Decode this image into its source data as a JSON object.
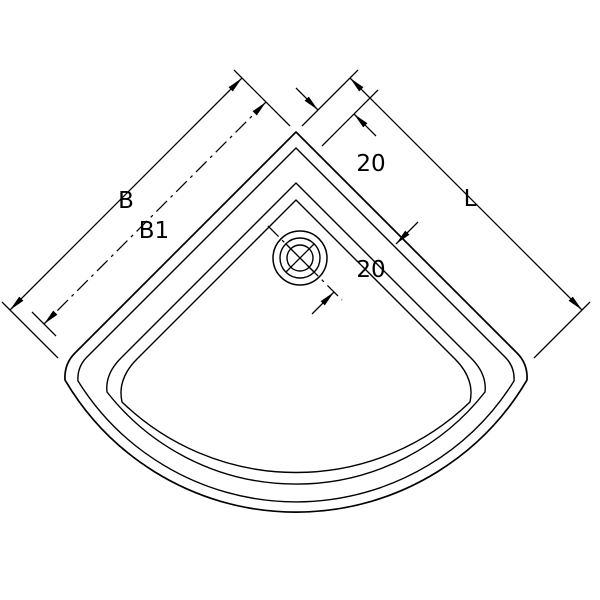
{
  "diagram": {
    "kind": "corner-shower-tray-plan-technical-drawing",
    "labels": {
      "b": "B",
      "b1": "B1",
      "l": "L",
      "offset_top": "20",
      "offset_drain": "20"
    },
    "icons": {
      "drain": "drain-with-cross-icon"
    },
    "colors": {
      "line": "#000000",
      "background": "#ffffff"
    }
  }
}
